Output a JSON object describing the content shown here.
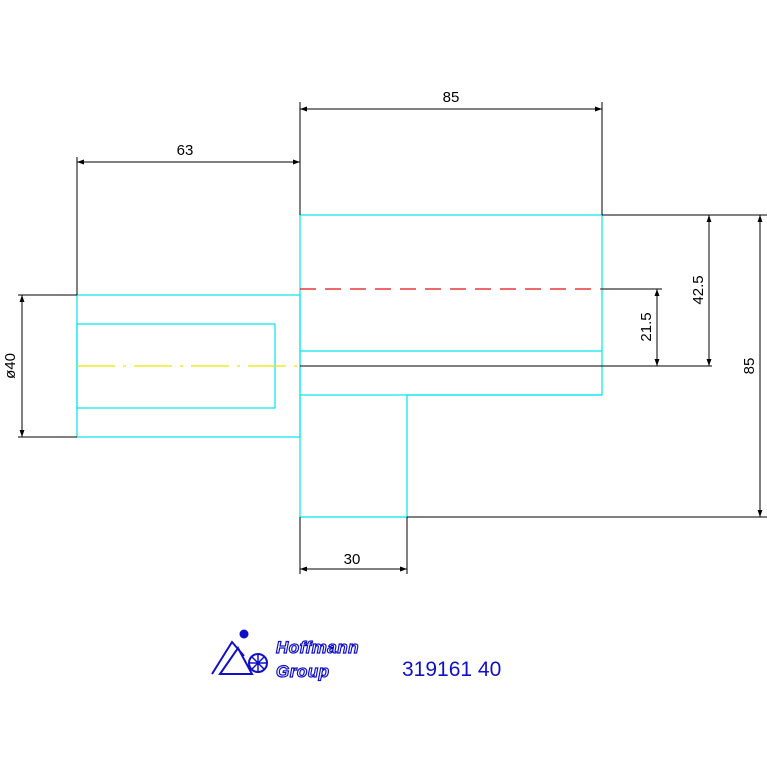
{
  "colors": {
    "outline": "#00e5ee",
    "dimension": "#000000",
    "hidden_line": "#e01010",
    "center_line": "#e8e800",
    "logo": "#1010c8"
  },
  "dimensions": {
    "width_top": "85",
    "width_left": "63",
    "diameter": "ø40",
    "height_half": "42.5",
    "height_small": "21.5",
    "height_total": "85",
    "width_bottom": "30"
  },
  "logo": {
    "icon": "hoffmann-figure-star-icon",
    "line1": "Hoffmann",
    "line2": "Group"
  },
  "part_number": "319161 40"
}
